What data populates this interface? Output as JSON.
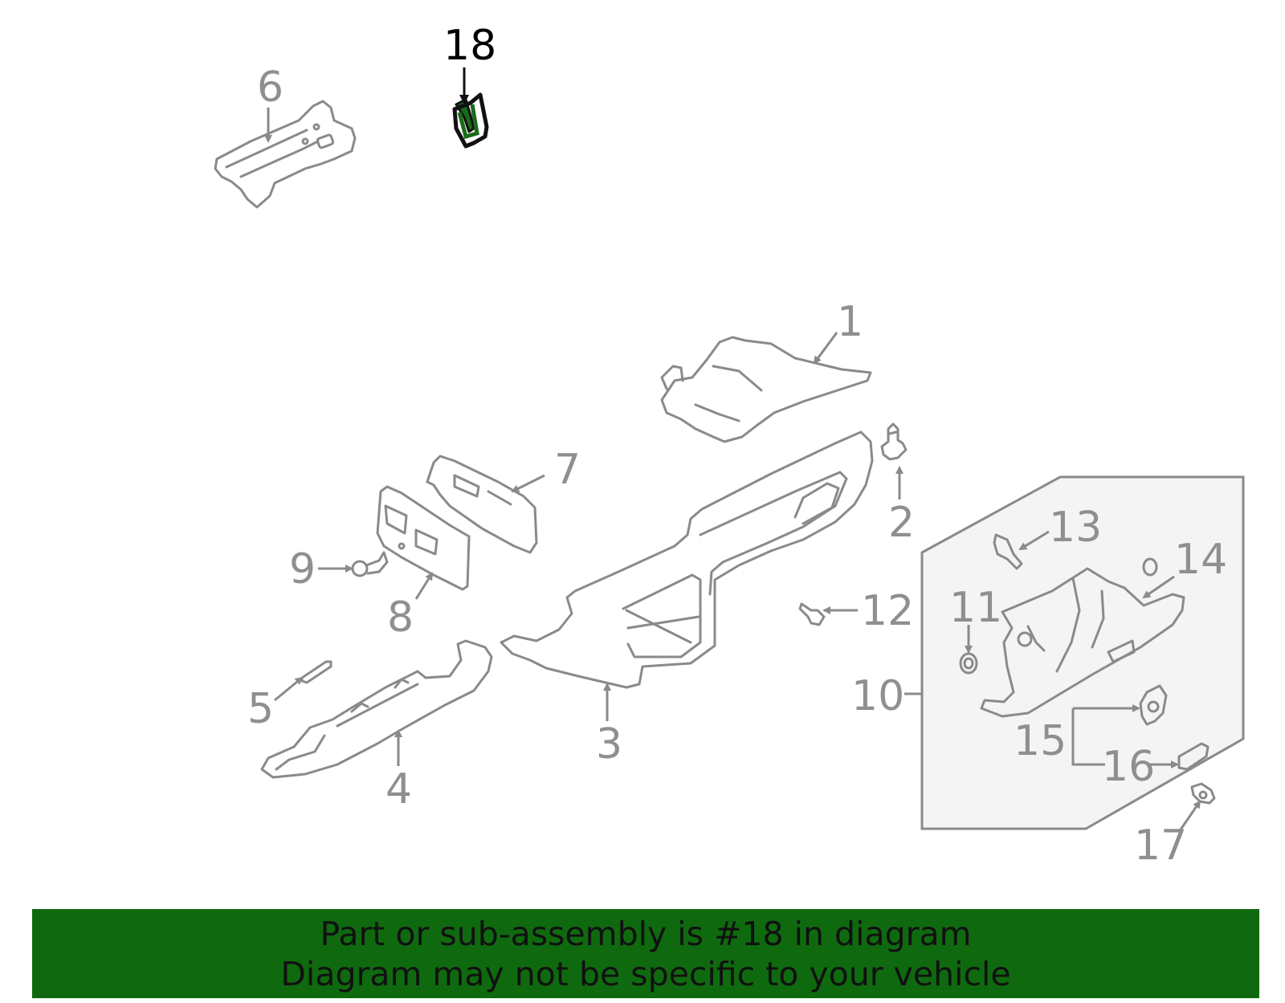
{
  "diagram": {
    "highlighted_part": "18",
    "highlight_color": "#1a6b1a",
    "line_color": "#8a8a8a",
    "callouts": {
      "c1": "1",
      "c2": "2",
      "c3": "3",
      "c4": "4",
      "c5": "5",
      "c6": "6",
      "c7": "7",
      "c8": "8",
      "c9": "9",
      "c10": "10",
      "c11": "11",
      "c12": "12",
      "c13": "13",
      "c14": "14",
      "c15": "15",
      "c16": "16",
      "c17": "17",
      "c18": "18"
    }
  },
  "banner": {
    "line1": "Part or sub-assembly is #18 in diagram",
    "line2": "Diagram may not be specific to your vehicle",
    "background": "#0f6a0f"
  }
}
